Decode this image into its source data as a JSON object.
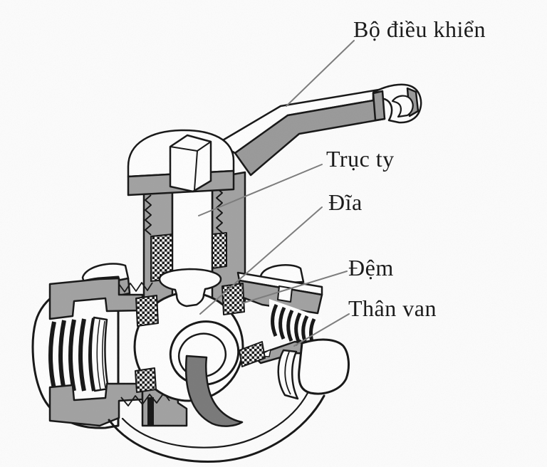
{
  "diagram": {
    "subject": "ball-valve-cutaway-cross-section",
    "labels": [
      {
        "id": "handle",
        "part": "control handle",
        "text": "Bộ điều khiển"
      },
      {
        "id": "stem",
        "part": "valve stem",
        "text": "Trục ty"
      },
      {
        "id": "disc",
        "part": "disc / ball",
        "text": "Đĩa"
      },
      {
        "id": "seat",
        "part": "gasket / seat",
        "text": "Đệm"
      },
      {
        "id": "body",
        "part": "valve body",
        "text": "Thân van"
      }
    ],
    "colors": {
      "outline": "#161616",
      "cut_surface_gray": "#a2a2a2",
      "handle_gray": "#9a9a9a",
      "shell_dark_gray": "#7a7a7a",
      "leader_line": "#7d7d7d",
      "background": "#fdfdfd",
      "metal_white": "#ffffff"
    }
  }
}
